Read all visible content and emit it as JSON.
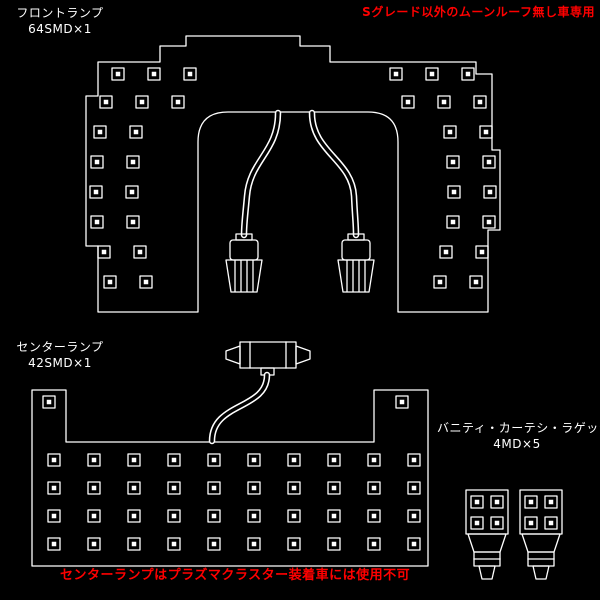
{
  "colors": {
    "background": "#000000",
    "line": "#ffffff",
    "text": "#ffffff",
    "warning": "#ff0000"
  },
  "labels": {
    "front_lamp": {
      "title": "フロントランプ",
      "count": "64SMD×1"
    },
    "moonroof_warning": "Sグレード以外のムーンルーフ無し車専用",
    "center_lamp": {
      "title": "センターランプ",
      "count": "42SMD×1"
    },
    "vanity": {
      "title": "バニティ・カーテシ・ラゲッジ",
      "count": "4MD×5"
    },
    "plasma_warning": "センターランプはプラズマクラスター装着車には使用不可"
  }
}
